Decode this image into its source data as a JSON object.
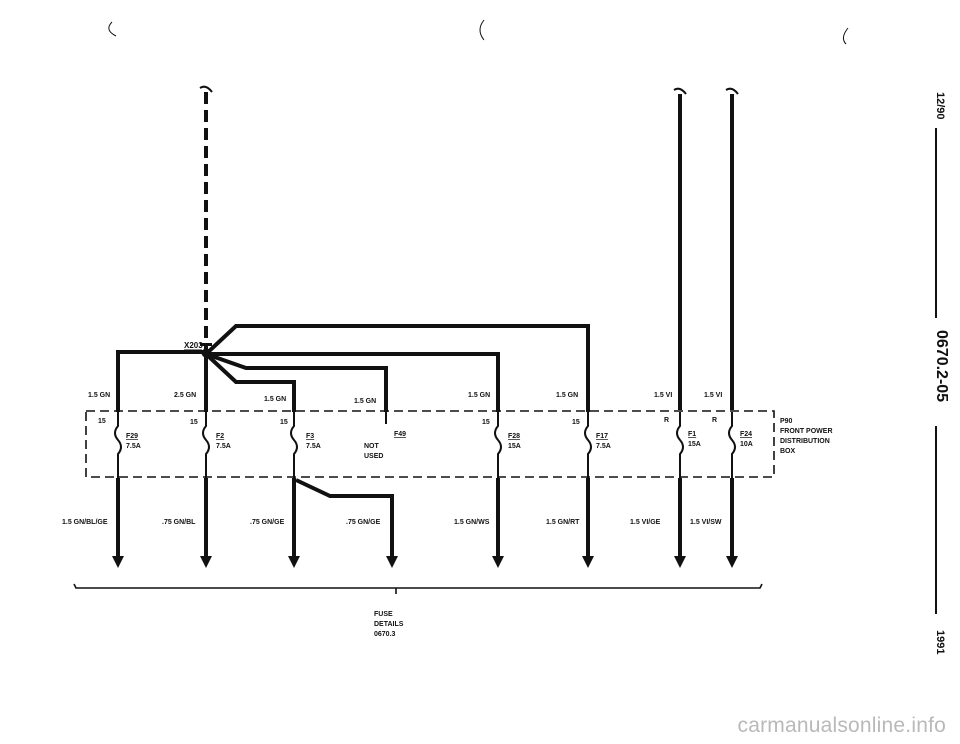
{
  "connector": "X203",
  "box": {
    "id": "P90",
    "line1": "FRONT POWER",
    "line2": "DISTRIBUTION",
    "line3": "BOX"
  },
  "fuses": [
    {
      "top_wire": "1.5 GN",
      "pin": "15",
      "name": "F29",
      "rating": "7.5A",
      "bottom_wire": "1.5 GN/BL/GE"
    },
    {
      "top_wire": "2.5 GN",
      "pin": "15",
      "name": "F2",
      "rating": "7.5A",
      "bottom_wire": ".75 GN/BL"
    },
    {
      "top_wire": "1.5 GN",
      "pin": "15",
      "name": "F3",
      "rating": "7.5A",
      "bottom_wire": ".75 GN/GE"
    },
    {
      "top_wire": "1.5 GN",
      "pin": "",
      "name": "F49",
      "rating": "",
      "bottom_wire": ".75 GN/GE",
      "note1": "NOT",
      "note2": "USED"
    },
    {
      "top_wire": "1.5 GN",
      "pin": "15",
      "name": "F28",
      "rating": "15A",
      "bottom_wire": "1.5 GN/WS"
    },
    {
      "top_wire": "1.5 GN",
      "pin": "15",
      "name": "F17",
      "rating": "7.5A",
      "bottom_wire": "1.5 GN/RT"
    },
    {
      "top_wire": "1.5 VI",
      "pin": "R",
      "name": "F1",
      "rating": "15A",
      "bottom_wire": "1.5 VI/GE"
    },
    {
      "top_wire": "1.5 VI",
      "pin": "R",
      "name": "F24",
      "rating": "10A",
      "bottom_wire": "1.5 VI/SW"
    }
  ],
  "reference": {
    "line1": "FUSE",
    "line2": "DETAILS",
    "line3": "0670.3"
  },
  "side": {
    "date": "12/90",
    "code": "0670.2-05",
    "year": "1991"
  },
  "watermark": "carmanualsonline.info"
}
